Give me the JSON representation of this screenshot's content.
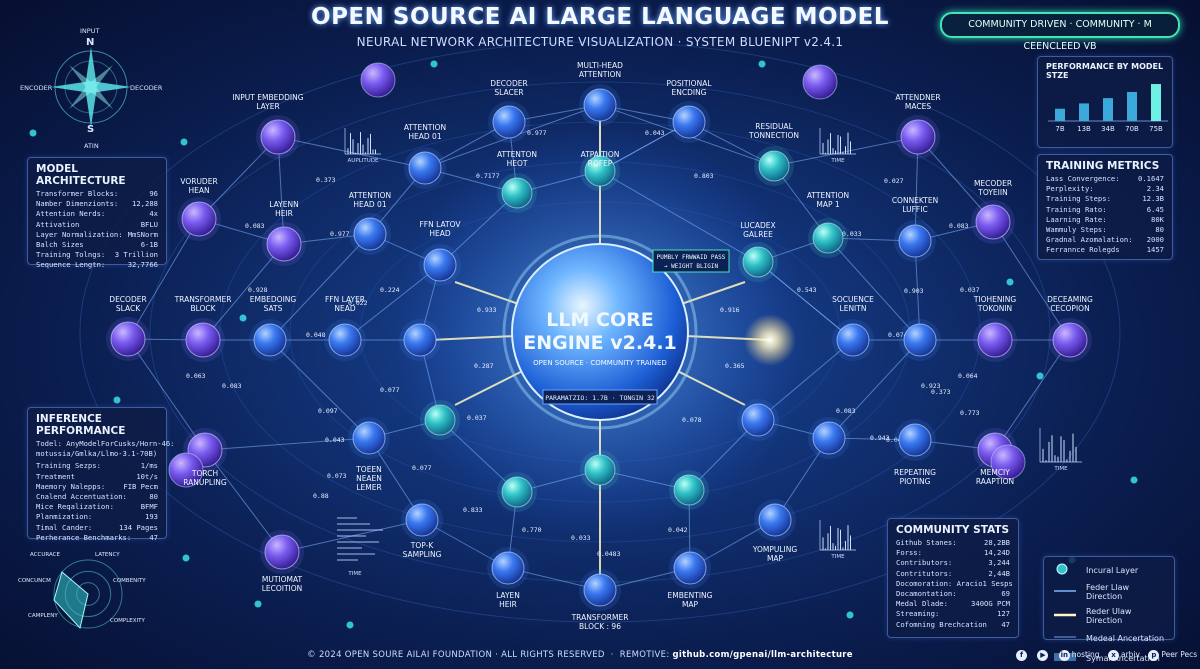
{
  "header": {
    "title": "OPEN SOURCE AI LARGE LANGUAGE MODEL",
    "subtitle": "NEURAL NETWORK ARCHITECTURE VISUALIZATION · SYSTEM BLUENIPT v2.4.1",
    "badge": "COMMUNITY DRIVEN · COMMUNITY · M CEENCLEED VB"
  },
  "compass": {
    "north": "INPUT",
    "n": "N",
    "west": "ENCODER",
    "east": "DECODER",
    "s": "S",
    "south": "ATIN"
  },
  "core": {
    "line1": "LLM CORE",
    "line2": "ENGINE v2.4.1",
    "sub": "OPEN SOURCE · COMMUNITY TRAINED",
    "param": "PARAMATZIO: 1.7B · TONGIN 32"
  },
  "callout": {
    "line1": "PUMBLY FRWWAID PASS",
    "line2": "→ WEIGHT BLIGIN"
  },
  "nodes": [
    {
      "label": "MULTI-HEAD\nATTENTION"
    },
    {
      "label": "DECODER\nSLACER"
    },
    {
      "label": "POSITIONAL\nENCDING"
    },
    {
      "label": "INPUT EMBEDDING\nLAYER"
    },
    {
      "label": "ATTENDNER\nMACES"
    },
    {
      "label": "ATTENTION\nHEAD 01"
    },
    {
      "label": "ATTENTON\nHEOT"
    },
    {
      "label": "ATPAITION\nROFEP"
    },
    {
      "label": "RESIDUAL\nTONNECTION"
    },
    {
      "label": "VORUDER\nHEAN"
    },
    {
      "label": "MECODER\nTOYEIIN"
    },
    {
      "label": "LAYENN\nHEIR"
    },
    {
      "label": "ATTENTION\nHEAD 01"
    },
    {
      "label": "FFN LATOV\nHEAD"
    },
    {
      "label": "LUCADEX\nGALREE"
    },
    {
      "label": "ATTENTION\nMAP 1"
    },
    {
      "label": "CONNEKTEN\nLUFFIC"
    },
    {
      "label": "DECODER\nSLACK"
    },
    {
      "label": "TRANSFORMER\nBLOCK"
    },
    {
      "label": "EMBEDOING\nSATS"
    },
    {
      "label": "FFN LAYER\nNEAD"
    },
    {
      "label": "SOCUENCE\nLENITN"
    },
    {
      "label": "TIOHENING\nTOKONIN"
    },
    {
      "label": "DECEAMING\nCECOPION"
    },
    {
      "label": "TORCH\nRANUPLING"
    },
    {
      "label": "TOEEN\nNEAEN\nLEMER"
    },
    {
      "label": "REPEATING\nPIOTING"
    },
    {
      "label": "MEMCIY\nRAAPTION"
    },
    {
      "label": "MUTIOMAT\nLECOITION"
    },
    {
      "label": "TOP-K\nSAMPLING"
    },
    {
      "label": "LAYEN\nHEIR"
    },
    {
      "label": "TRANSFORMER\nBLOCK : 96"
    },
    {
      "label": "EMBENTING\nMAP"
    },
    {
      "label": "YOMPULING\nMAP"
    }
  ],
  "edge_weights": [
    "0.977",
    "0.043",
    "0.7177",
    "0.803",
    "0.373",
    "0.977",
    "0.083",
    "0.027",
    "0.033",
    "0.083",
    "0.928",
    "0.022",
    "0.224",
    "0.933",
    "0.916",
    "0.543",
    "0.903",
    "0.037",
    "0.048",
    "0.074",
    "0.063",
    "0.083",
    "0.923",
    "0.064",
    "0.077",
    "0.373",
    "0.287",
    "0.365",
    "0.773",
    "0.097",
    "0.037",
    "0.078",
    "0.083",
    "0.043",
    "0.043",
    "0.943",
    "0.073",
    "0.077",
    "0.88",
    "0.833",
    "0.770",
    "0.033",
    "0.0483",
    "0.042"
  ],
  "mini_charts": {
    "amplitude_label": "AUPLITUDE",
    "time_label": "TIME"
  },
  "model_architecture": {
    "title": "MODEL ARCHITECTURE",
    "rows": [
      [
        "Transformer Blocks:",
        "96"
      ],
      [
        "Namber Dimenzionts:",
        "12,288"
      ],
      [
        "Attention Nerds:",
        "4x"
      ],
      [
        "Attivation",
        "BFLU"
      ],
      [
        "Layer Normalization:",
        "MmSNorm"
      ],
      [
        "Balch Sizes",
        "6-1B"
      ],
      [
        "Training Tolngs:",
        "3 Trillion"
      ],
      [
        "Sequence Lengtn:",
        "32,7766"
      ]
    ]
  },
  "inference_performance": {
    "title": "INFERENCE PERFORMANCE",
    "desc1": "Todel: AnyModelForCusks/Horn-46:",
    "desc2": "motussia/Gmlka/Llmo-3.1-70B)",
    "rows": [
      [
        "Training Sezps:",
        "1/ms"
      ],
      [
        "Treatment",
        "10t/s"
      ],
      [
        "Maemory Nalepps:",
        "FIB Pecm"
      ],
      [
        "Cnalend Accentuation:",
        "80"
      ],
      [
        "Mice Reqalization:",
        "BFMF"
      ],
      [
        "Planmization:",
        "193"
      ],
      [
        "Timal Cander:",
        "134 Pages"
      ],
      [
        "Perherance Benchmarks:",
        "47"
      ]
    ]
  },
  "radar": {
    "labels": [
      "ACCURACE",
      "LATENCY",
      "COMBENITY",
      "COMPLEXITY",
      "CAMPLENY",
      "CONCUNCM"
    ]
  },
  "performance_chart": {
    "title": "PERFORMANCE BY MODEL STZE",
    "chart_data": {
      "type": "bar",
      "categories": [
        "7B",
        "13B",
        "34B",
        "70B",
        "75B"
      ],
      "values": [
        28,
        40,
        52,
        66,
        84
      ],
      "title": "PERFORMANCE BY MODEL STZE",
      "xlabel": "",
      "ylabel": "",
      "ylim": [
        0,
        100
      ]
    }
  },
  "training_metrics": {
    "title": "TRAINING METRICS",
    "rows": [
      [
        "Lass Convergence:",
        "0.1647"
      ],
      [
        "Perplexity:",
        "2.34"
      ],
      [
        "Training Steps:",
        "12.3B"
      ],
      [
        "Training Rato:",
        "6.45"
      ],
      [
        "Laarning Rate:",
        "80K"
      ],
      [
        "Wammuly Steps:",
        "80"
      ],
      [
        "Gradnal Azomalation:",
        "2000"
      ],
      [
        "Ferrannce Rolegds",
        "1457"
      ]
    ]
  },
  "community_stats": {
    "title": "COMMUNITY STATS",
    "rows": [
      [
        "Github Stanes:",
        "28,2BB"
      ],
      [
        "Forss:",
        "14,24D"
      ],
      [
        "Contributors:",
        "3,244"
      ],
      [
        "Contritutors:",
        "2,44B"
      ],
      [
        "Docomoration:   Aracio",
        "1 Sesps"
      ],
      [
        "Docamontation:",
        "69"
      ],
      [
        "Medal Dlade:",
        "340OG PCM"
      ],
      [
        "Streaming:",
        "127"
      ],
      [
        "Cofomning Brechcation",
        "47"
      ]
    ]
  },
  "legend": {
    "items": [
      "Incural Layer",
      "Feder Llaw Direction",
      "Reder Ulaw Direction",
      "Medeal Ancertation",
      "Symal Ancertation"
    ]
  },
  "footer": {
    "copyright": "© 2024 OPEN SOURE AILAI FOUNDATION · ALL RIGHTS RESERVED",
    "repo_label": "REMOTIVE:",
    "repo": "github.com/gpenai/llm-architecture",
    "social": [
      "hosting",
      "arbiv",
      "Peer Pecs"
    ]
  },
  "colors": {
    "violet": "#7a5cf0",
    "blue": "#3a78f0",
    "teal": "#31c3c8",
    "accent": "#42e6b6"
  }
}
